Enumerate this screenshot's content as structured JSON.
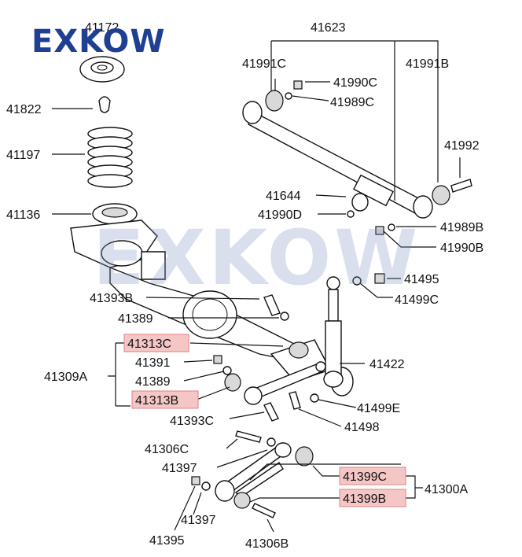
{
  "brand": {
    "logo_text": "EXKOW",
    "watermark_text": "EXKOW"
  },
  "accent_colors": {
    "brand": "#1f3f93",
    "highlight": "#f4c6c6"
  },
  "labels": {
    "p41172": "41172",
    "p41623": "41623",
    "p41991C": "41991C",
    "p41991B": "41991B",
    "p41990C": "41990C",
    "p41989C": "41989C",
    "p41822": "41822",
    "p41197": "41197",
    "p41992": "41992",
    "p41644": "41644",
    "p41990D": "41990D",
    "p41136": "41136",
    "p41989B": "41989B",
    "p41990B": "41990B",
    "p41495": "41495",
    "p41393B": "41393B",
    "p41499C": "41499C",
    "p41389a": "41389",
    "p41313C": "41313C",
    "p41422": "41422",
    "p41391": "41391",
    "p41309A": "41309A",
    "p41389b": "41389",
    "p41313B": "41313B",
    "p41499E": "41499E",
    "p41393C": "41393C",
    "p41498": "41498",
    "p41306C": "41306C",
    "p41397a": "41397",
    "p41399C": "41399C",
    "p41300A": "41300A",
    "p41399B": "41399B",
    "p41397b": "41397",
    "p41395": "41395",
    "p41306B": "41306B"
  }
}
